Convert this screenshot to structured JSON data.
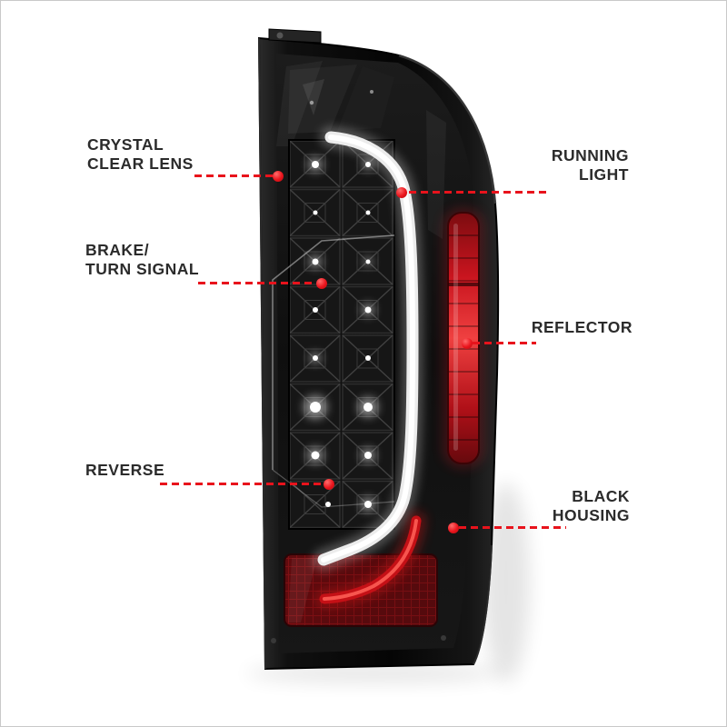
{
  "figure": {
    "subject": "LED tail light assembly annotated diagram",
    "colors": {
      "background": "#ffffff",
      "border": "#c9c9c9",
      "leader_red": "#e8131c",
      "label_text": "#2b2b2b",
      "housing_black": "#0a0a0a",
      "light_bar_white": "#ffffff",
      "reflector_red": "#d41420",
      "bottom_panel_red": "#5d0b0e"
    }
  },
  "callouts": [
    {
      "id": "crystal-clear-lens",
      "line1": "CRYSTAL",
      "line2": "CLEAR LENS"
    },
    {
      "id": "running-light",
      "line1": "RUNNING",
      "line2": "LIGHT"
    },
    {
      "id": "brake-turn-signal",
      "line1": "BRAKE/",
      "line2": "TURN SIGNAL"
    },
    {
      "id": "reflector",
      "line1": "REFLECTOR"
    },
    {
      "id": "reverse",
      "line1": "REVERSE"
    },
    {
      "id": "black-housing",
      "line1": "BLACK",
      "line2": "HOUSING"
    }
  ]
}
